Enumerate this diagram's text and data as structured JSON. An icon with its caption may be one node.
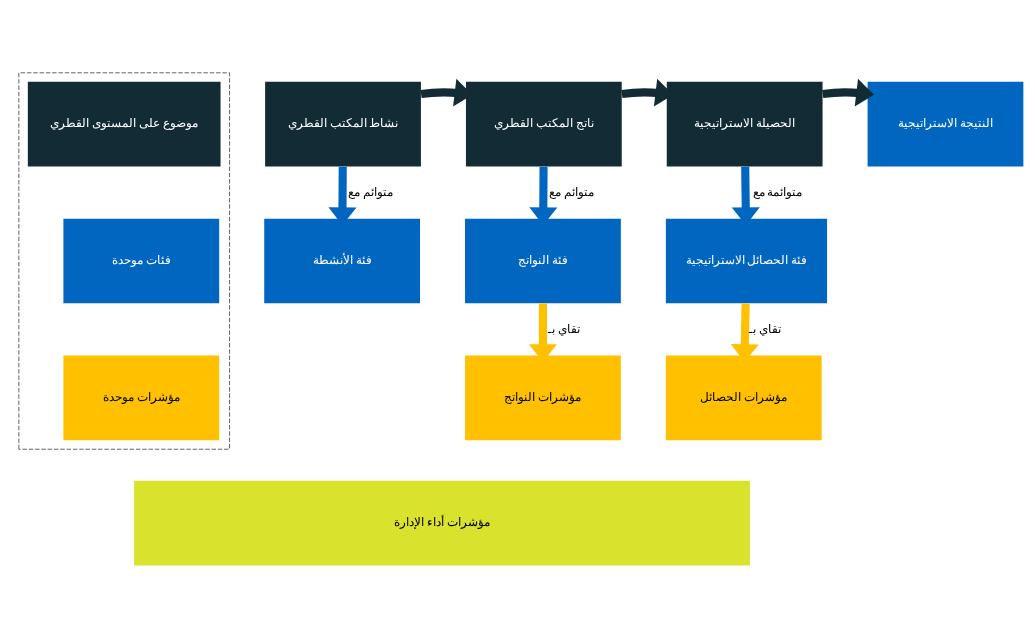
{
  "diagram": {
    "nodes": [
      {
        "text": [],
        "shape": "box"
      },
      {
        "text": [
          "موضوع على المستوى القطري"
        ],
        "in": 0
      },
      {
        "text": [
          "نشاط المكتب القطري"
        ]
      },
      {
        "text": [
          "ناتج المكتب القطري"
        ]
      },
      {
        "text": [
          "الحصيلة الاستراتيجية"
        ]
      },
      {
        "text": [
          "النتيجة الاستراتيجية"
        ]
      },
      {
        "text": [
          "فئات موحدة"
        ],
        "in": 0
      },
      {
        "text": [
          "فئة الأنشطة"
        ]
      },
      {
        "text": [
          "فئة النواتج"
        ]
      },
      {
        "text": [
          "فئة الحصائل الاستراتيجية"
        ]
      },
      {
        "text": [
          "مؤشرات موحدة"
        ],
        "in": 0
      },
      {
        "text": [
          "مؤشرات النواتج"
        ]
      },
      {
        "text": [
          "مؤشرات الحصائل"
        ]
      },
      {
        "text": [
          "مؤشرات أداء الإدارة"
        ]
      }
    ],
    "edges": [
      {
        "from": 2,
        "to": 3,
        "arrow": "to"
      },
      {
        "from": 3,
        "to": 4,
        "arrow": "to"
      },
      {
        "from": 4,
        "to": 5,
        "arrow": "to"
      },
      {
        "from": 2,
        "to": 7,
        "arrow": "to",
        "label": "متوائم مع",
        "color": "#0066c0"
      },
      {
        "from": 3,
        "to": 8,
        "arrow": "to",
        "label": "متوائم مع",
        "color": "#0066c0"
      },
      {
        "from": 4,
        "to": 9,
        "arrow": "to",
        "label": "متوائمة مع",
        "color": "#0066c0"
      },
      {
        "from": 8,
        "to": 11,
        "arrow": "to",
        "label": "تقاي بـ",
        "color": "#ffc000"
      },
      {
        "from": 9,
        "to": 12,
        "arrow": "to",
        "label": "تقاي بـ",
        "color": "#ffc000"
      }
    ]
  }
}
